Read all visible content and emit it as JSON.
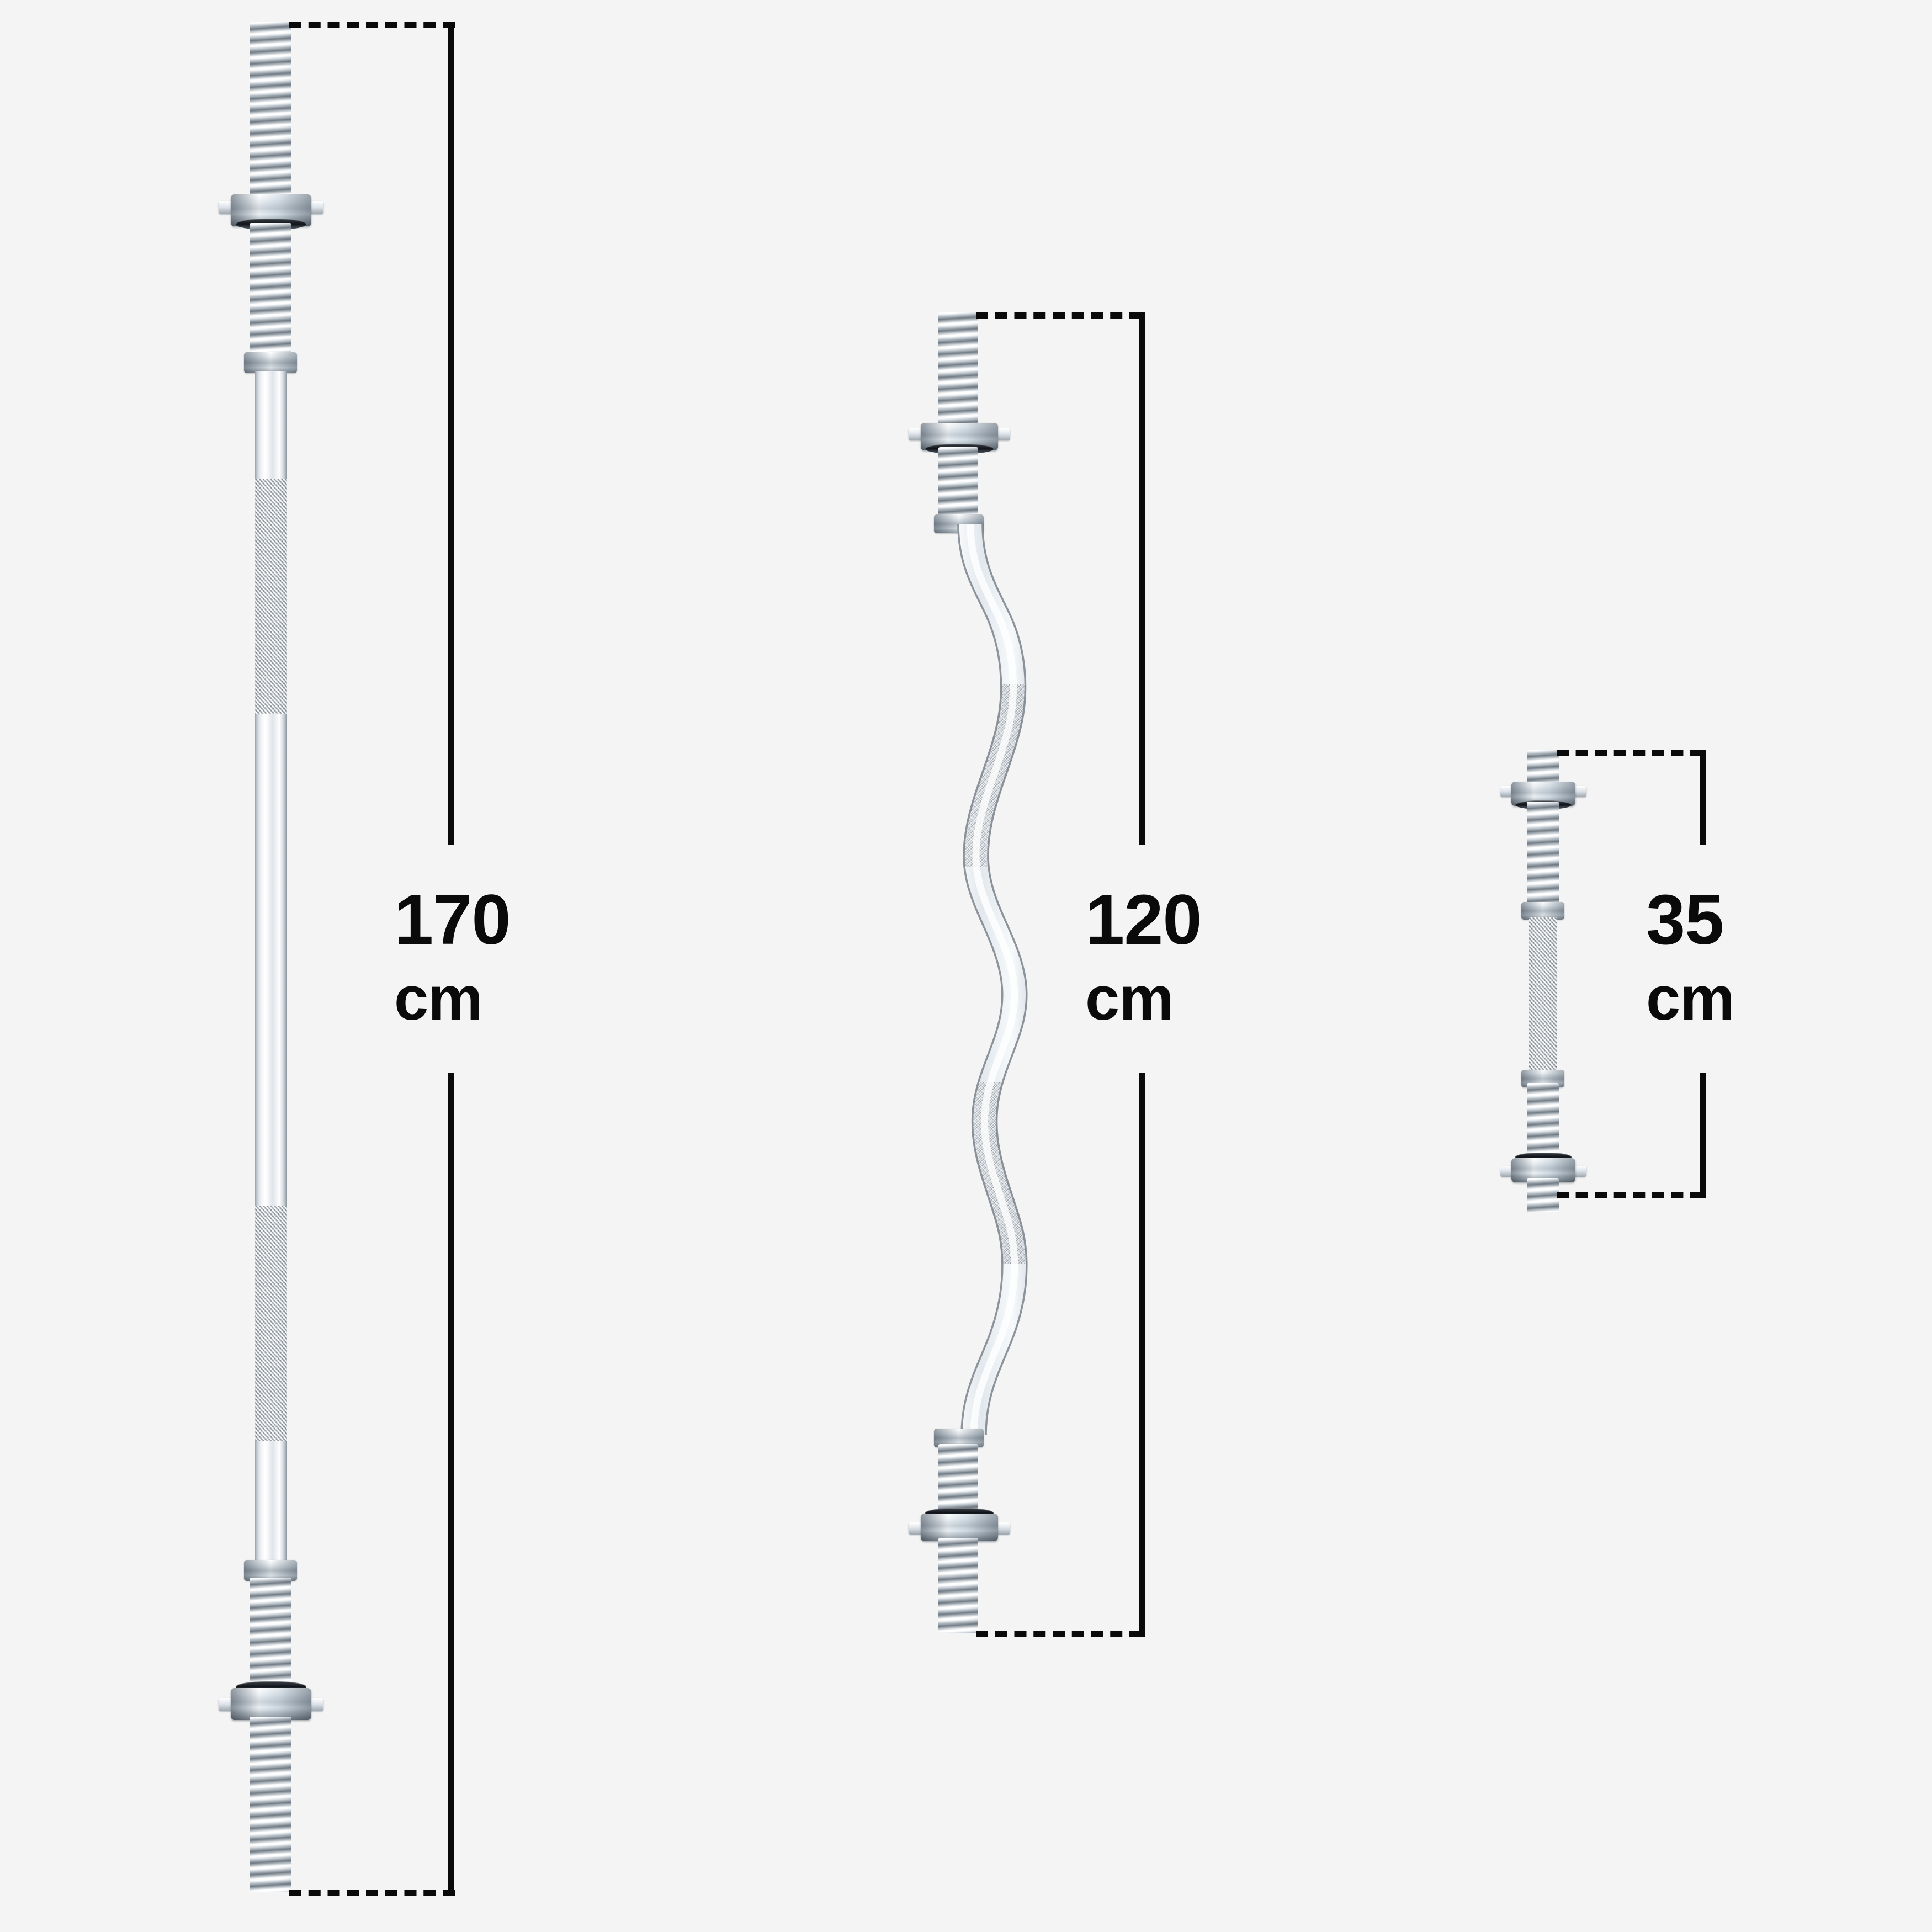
{
  "page": {
    "background_color": "#f4f4f4",
    "ink_color": "#0a0a0a",
    "unit": "cm"
  },
  "products": [
    {
      "id": "straight-barbell",
      "name": "straight-barbell",
      "measurement_value": "170",
      "measurement_unit": "cm",
      "measurement_label": "170 cm",
      "parts": [
        "threaded-end",
        "collar-nut",
        "shoulder-ring",
        "knurled-grip",
        "smooth-shaft"
      ]
    },
    {
      "id": "ez-curl-barbell",
      "name": "ez-curl-barbell",
      "measurement_value": "120",
      "measurement_unit": "cm",
      "measurement_label": "120 cm",
      "parts": [
        "threaded-end",
        "collar-nut",
        "shoulder-ring",
        "knurled-grip",
        "w-bend-shaft"
      ]
    },
    {
      "id": "dumbbell-handle",
      "name": "dumbbell-handle",
      "measurement_value": "35",
      "measurement_unit": "cm",
      "measurement_label": "35 cm",
      "parts": [
        "threaded-end",
        "collar-nut",
        "shoulder-ring",
        "knurled-grip"
      ]
    }
  ]
}
